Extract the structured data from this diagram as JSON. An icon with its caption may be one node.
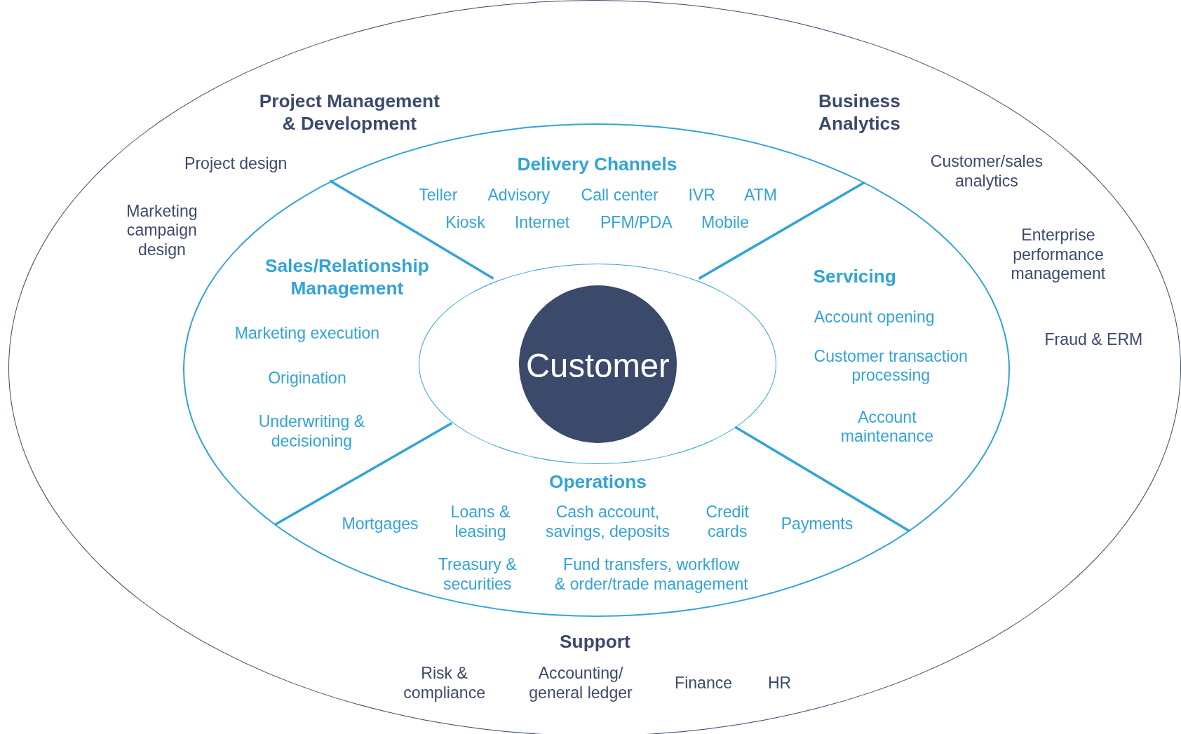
{
  "diagram": {
    "nodes": [
      {
        "text": [],
        "shape": "ellipse"
      },
      {
        "text": [],
        "shape": "ellipse",
        "in": 0
      },
      {
        "text": [
          "Delivery Channels",
          "Teller",
          "Advisory",
          "Call center",
          "IVR",
          "ATM",
          "Kiosk",
          "Internet",
          "PFM/PDA",
          "Mobile"
        ],
        "in": 1
      },
      {
        "text": [
          "Sales/Relationship Management",
          "Marketing execution",
          "Origination",
          "Underwriting & decisioning"
        ],
        "in": 1
      },
      {
        "text": [
          "Servicing",
          "Account opening",
          "Customer transaction processing",
          "Account maintenance"
        ],
        "in": 1
      },
      {
        "text": [
          "Operations",
          "Mortgages",
          "Loans & leasing",
          "Cash account, savings, deposits",
          "Credit cards",
          "Payments",
          "Treasury & securities",
          "Fund transfers, workflow & order/trade management"
        ],
        "in": 1
      },
      {
        "text": [],
        "shape": "ellipse",
        "in": 1
      },
      {
        "text": [
          "Customer"
        ],
        "in": 6
      }
    ],
    "labels": [
      "Project Management & Development",
      "Business Analytics",
      "Project design",
      "Customer/sales analytics",
      "Marketing campaign design",
      "Enterprise performance management",
      "Fraud & ERM",
      "Support",
      "Risk & compliance",
      "Accounting/ general ledger",
      "Finance",
      "HR"
    ]
  }
}
